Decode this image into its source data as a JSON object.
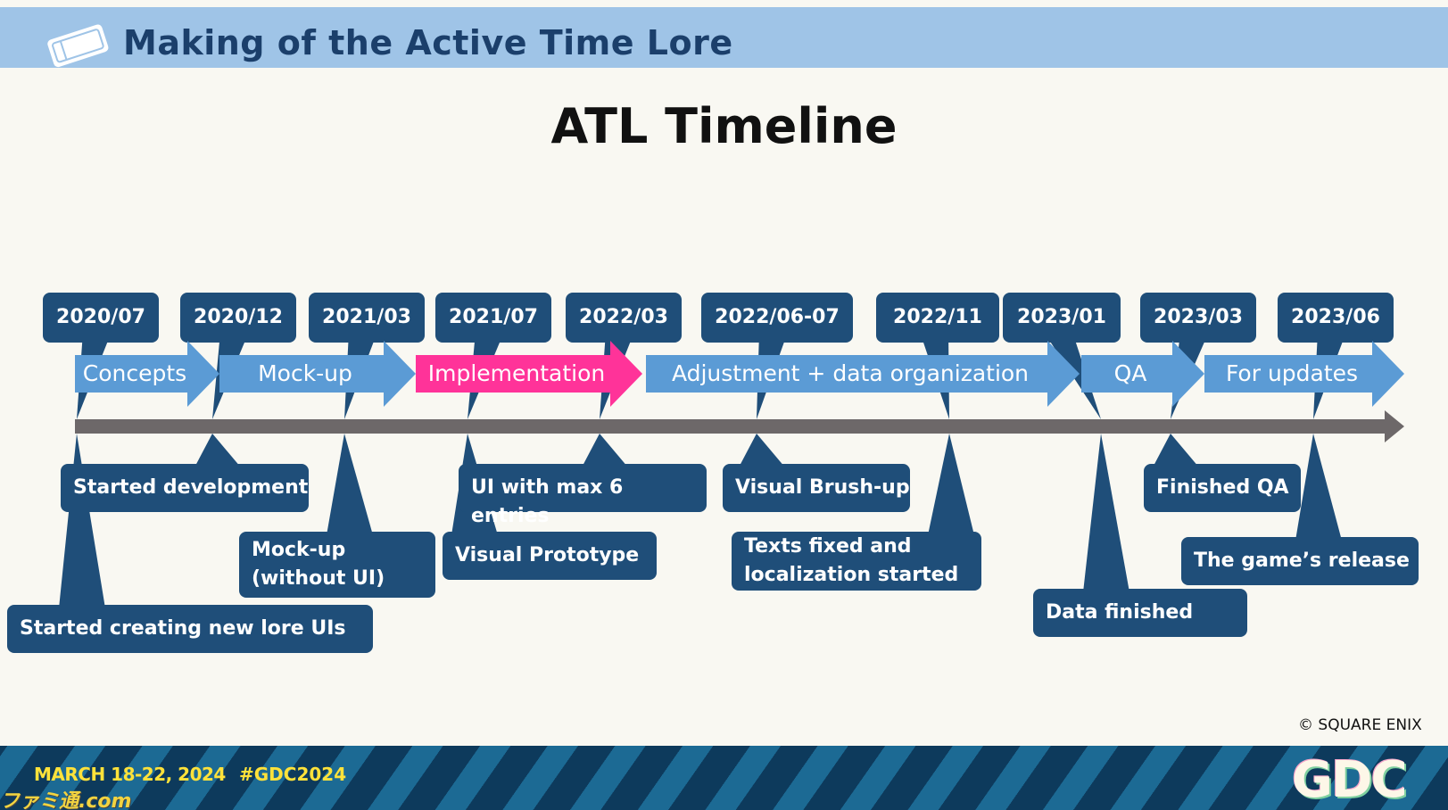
{
  "header": {
    "title": "Making of the Active Time Lore",
    "icon": "ticket-icon"
  },
  "slide_title": "ATL Timeline",
  "colors": {
    "header_bg": "#9fc4e7",
    "header_text": "#1b3f6b",
    "box": "#1f4e79",
    "phase_arrow": "#5b9bd5",
    "phase_highlight": "#ff3399",
    "axis": "#6d6869",
    "footer_text": "#ffe23a"
  },
  "dates": [
    {
      "label": "2020/07",
      "tick": 86
    },
    {
      "label": "2020/12",
      "tick": 238
    },
    {
      "label": "2021/03",
      "tick": 386
    },
    {
      "label": "2021/07",
      "tick": 524
    },
    {
      "label": "2022/03",
      "tick": 672
    },
    {
      "label": "2022/06-07",
      "tick": 848
    },
    {
      "label": "2022/11",
      "tick": 1064
    },
    {
      "label": "2023/01",
      "tick": 1234
    },
    {
      "label": "2023/03",
      "tick": 1312
    },
    {
      "label": "2023/06",
      "tick": 1472
    }
  ],
  "phases": [
    {
      "label": "Concepts",
      "highlight": false
    },
    {
      "label": "Mock-up",
      "highlight": false
    },
    {
      "label": "Implementation",
      "highlight": true
    },
    {
      "label": "Adjustment + data organization",
      "highlight": false
    },
    {
      "label": "QA",
      "highlight": false
    },
    {
      "label": "For updates",
      "highlight": false
    }
  ],
  "events": [
    {
      "label": "Started development",
      "date_index": 1
    },
    {
      "label": "Started creating new lore UIs",
      "date_index": 0
    },
    {
      "label": "Mock-up\n(without UI)",
      "date_index": 2
    },
    {
      "label": "UI with max 6 entries",
      "date_index": 4
    },
    {
      "label": "Visual Prototype",
      "date_index": 3
    },
    {
      "label": "Visual Brush-up",
      "date_index": 5
    },
    {
      "label": "Texts fixed and\nlocalization started",
      "date_index": 6
    },
    {
      "label": "Data finished",
      "date_index": 7
    },
    {
      "label": "Finished QA",
      "date_index": 8
    },
    {
      "label": "The game’s release",
      "date_index": 9
    }
  ],
  "copyright": "© SQUARE ENIX",
  "footer": {
    "dates": "MARCH 18-22, 2024",
    "hashtag": "#GDC2024",
    "logo": "GDC"
  },
  "watermark": "ファミ通.com"
}
